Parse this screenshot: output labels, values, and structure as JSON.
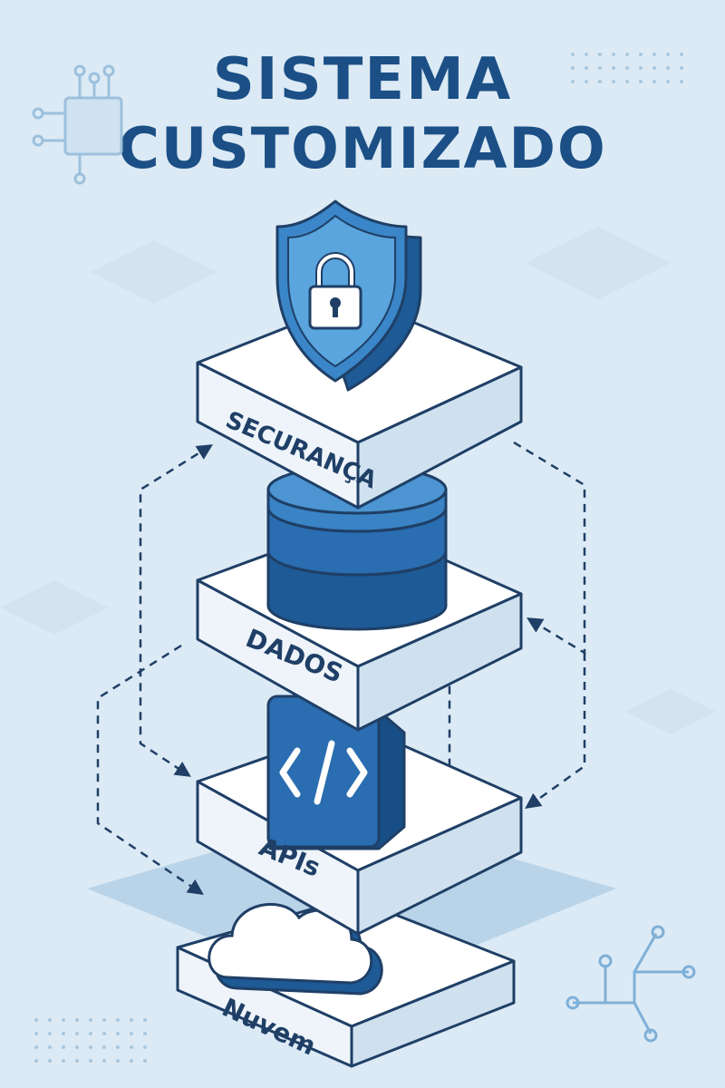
{
  "title": {
    "line1": "SISTEMA",
    "line2": "CUSTOMIZADO"
  },
  "layers": [
    {
      "id": "security",
      "label": "SECURANÇA",
      "icon": "shield-lock-icon"
    },
    {
      "id": "data",
      "label": "DADOS",
      "icon": "database-icon"
    },
    {
      "id": "apis",
      "label": "APIs",
      "icon": "code-icon"
    },
    {
      "id": "cloud",
      "label": "Nuvem",
      "icon": "cloud-icon"
    }
  ],
  "decorations": [
    "circuit-chip-icon",
    "circuit-branch-icon",
    "dot-grid"
  ],
  "colors": {
    "background": "#dceaf5",
    "title": "#1b4f86",
    "accent_blue": "#2f7fc1",
    "dark_blue": "#1d5a96",
    "platform_top": "#ffffff",
    "platform_side": "#e6eef6",
    "platform_edge": "#1f3f66",
    "dash_line": "#1f3f66"
  }
}
